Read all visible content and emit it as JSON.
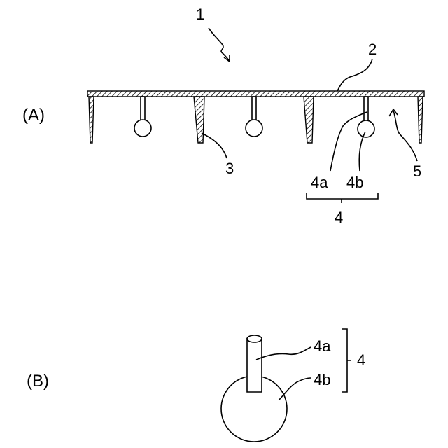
{
  "panels": {
    "a": "(A)",
    "b": "(B)"
  },
  "labels": {
    "device": "1",
    "plate": "2",
    "rib": "3",
    "assembly": "4",
    "shaft": "4a",
    "ball": "4b",
    "gap": "5"
  }
}
